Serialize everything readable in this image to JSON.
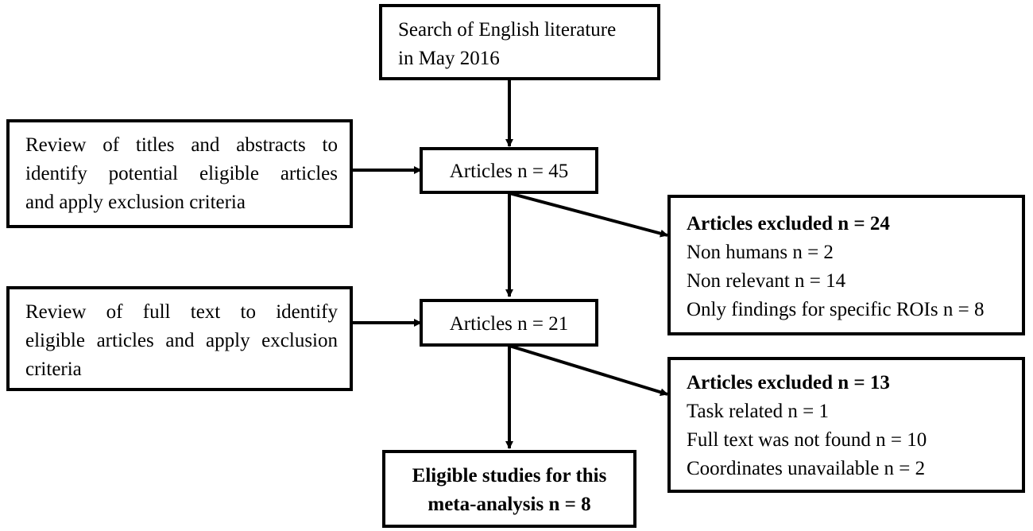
{
  "search_box": {
    "lines": [
      "Search of English literature",
      "in May 2016"
    ]
  },
  "review_titles_box": {
    "lines": [
      "Review of titles and abstracts to",
      "identify potential eligible articles",
      "and apply exclusion criteria"
    ]
  },
  "articles_45_box": {
    "label": "Articles n = 45"
  },
  "excluded_24_box": {
    "heading": "Articles excluded n = 24",
    "items": [
      "Non humans  n = 2",
      "Non relevant n = 14",
      "Only findings for specific ROIs n = 8"
    ]
  },
  "review_fulltext_box": {
    "lines": [
      "Review of full text to identify",
      "eligible articles and apply exclusion",
      "criteria"
    ]
  },
  "articles_21_box": {
    "label": "Articles n = 21"
  },
  "excluded_13_box": {
    "heading": "Articles excluded n = 13",
    "items": [
      "Task related n = 1",
      "Full text was not found n = 10",
      "Coordinates unavailable n = 2"
    ]
  },
  "eligible_box": {
    "lines": [
      "Eligible studies for this",
      "meta-analysis n = 8"
    ]
  }
}
